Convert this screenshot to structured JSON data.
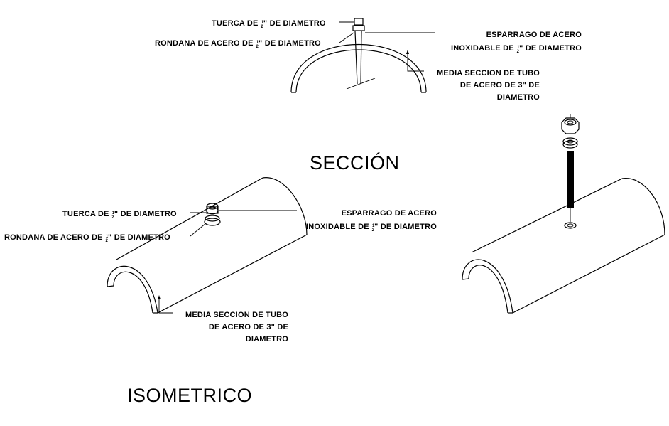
{
  "titles": {
    "section": "SECCIÓN",
    "isometric": "ISOMETRICO"
  },
  "labels": {
    "sec_nut": {
      "pre": "TUERCA DE ",
      "num": "1",
      "den": "2",
      "unit": "\"",
      "post": " DE DIAMETRO"
    },
    "sec_washer": {
      "pre": "RONDANA DE ACERO DE ",
      "num": "1",
      "den": "2",
      "unit": "\"",
      "post": " DE DIAMETRO"
    },
    "sec_stud_l1": "ESPARRAGO DE ACERO",
    "sec_stud_l2": {
      "pre": "INOXIDABLE DE ",
      "num": "1",
      "den": "2",
      "unit": "\"",
      "post": " DE DIAMETRO"
    },
    "sec_tube_l1": "MEDIA SECCION DE TUBO",
    "sec_tube_l2": "DE ACERO DE 3\" DE",
    "sec_tube_l3": "DIAMETRO",
    "iso_nut": {
      "pre": "TUERCA DE ",
      "num": "1",
      "den": "2",
      "unit": "\"",
      "post": " DE DIAMETRO"
    },
    "iso_washer": {
      "pre": "RONDANA DE ACERO DE ",
      "num": "1",
      "den": "2",
      "unit": "\"",
      "post": " DE DIAMETRO"
    },
    "iso_stud_l1": "ESPARRAGO DE ACERO",
    "iso_stud_l2": {
      "pre": "INOXIDABLE DE ",
      "num": "1",
      "den": "2",
      "unit": "\"",
      "post": " DE DIAMETRO"
    },
    "iso_tube_l1": "MEDIA SECCION DE TUBO",
    "iso_tube_l2": "DE ACERO DE 3\" DE",
    "iso_tube_l3": "DIAMETRO"
  },
  "colors": {
    "line": "#000000",
    "background": "#ffffff"
  }
}
